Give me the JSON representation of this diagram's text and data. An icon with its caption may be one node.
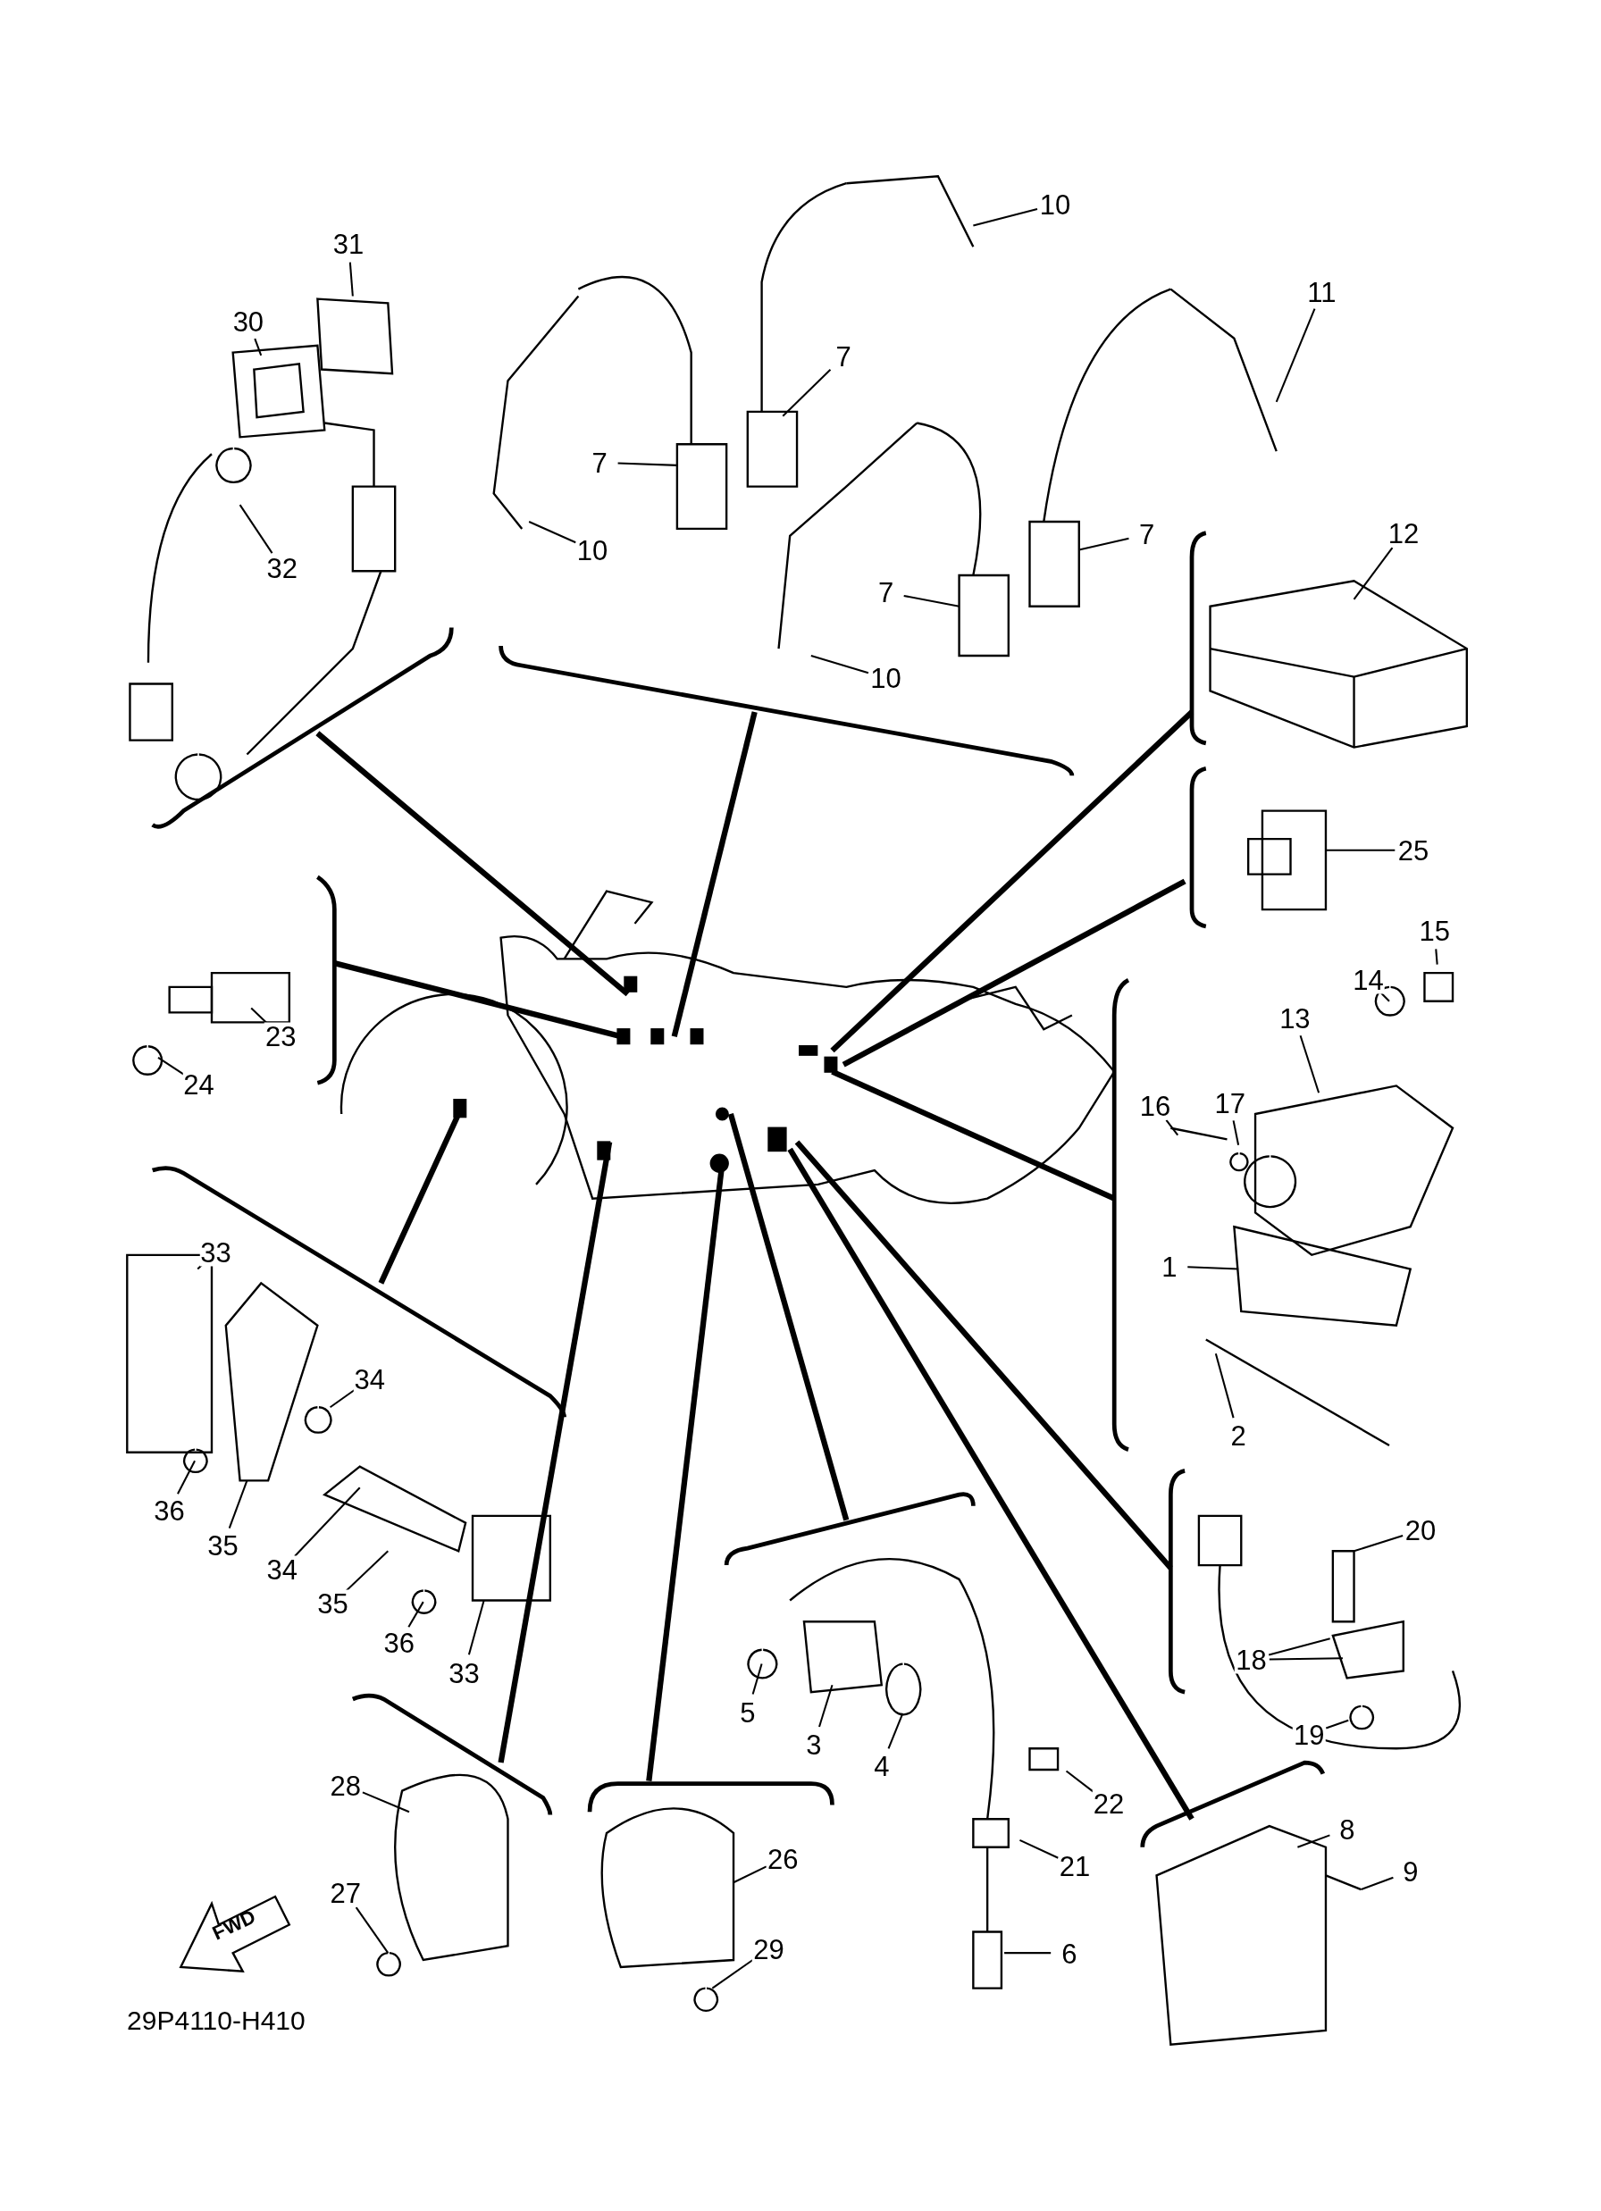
{
  "diagram": {
    "nodes": [
      {
        "text": [
          "31"
        ]
      },
      {
        "text": [
          "30"
        ]
      },
      {
        "text": [
          "32"
        ]
      },
      {
        "text": [
          "10"
        ]
      },
      {
        "text": [
          "7"
        ]
      },
      {
        "text": [
          "11"
        ]
      },
      {
        "text": [
          "7"
        ]
      },
      {
        "text": [
          "10"
        ]
      },
      {
        "text": [
          "12"
        ]
      },
      {
        "text": [
          "7"
        ]
      },
      {
        "text": [
          "7"
        ]
      },
      {
        "text": [
          "10"
        ]
      },
      {
        "text": [
          "25"
        ]
      },
      {
        "text": [
          "15"
        ]
      },
      {
        "text": [
          "14"
        ]
      },
      {
        "text": [
          "23"
        ]
      },
      {
        "text": [
          "13"
        ]
      },
      {
        "text": [
          "24"
        ]
      },
      {
        "text": [
          "17"
        ]
      },
      {
        "text": [
          "16"
        ]
      },
      {
        "text": [
          "1"
        ]
      },
      {
        "text": [
          "33"
        ]
      },
      {
        "text": [
          "34"
        ]
      },
      {
        "text": [
          "2"
        ]
      },
      {
        "text": [
          "36"
        ]
      },
      {
        "text": [
          "35"
        ]
      },
      {
        "text": [
          "20"
        ]
      },
      {
        "text": [
          "34"
        ]
      },
      {
        "text": [
          "35"
        ]
      },
      {
        "text": [
          "18"
        ]
      },
      {
        "text": [
          "19"
        ]
      },
      {
        "text": [
          "36"
        ]
      },
      {
        "text": [
          "33"
        ]
      },
      {
        "text": [
          "5"
        ]
      },
      {
        "text": [
          "3"
        ]
      },
      {
        "text": [
          "4"
        ]
      },
      {
        "text": [
          "22"
        ]
      },
      {
        "text": [
          "28"
        ]
      },
      {
        "text": [
          "26"
        ]
      },
      {
        "text": [
          "21"
        ]
      },
      {
        "text": [
          "8"
        ]
      },
      {
        "text": [
          "9"
        ]
      },
      {
        "text": [
          "27"
        ]
      },
      {
        "text": [
          "29"
        ]
      },
      {
        "text": [
          "6"
        ]
      }
    ],
    "edges": [
      {
        "from": 0,
        "to": null,
        "arrow": "none"
      },
      {
        "from": 1,
        "to": null,
        "arrow": "none"
      },
      {
        "from": 2,
        "to": null,
        "arrow": "none"
      },
      {
        "from": 3,
        "to": null,
        "arrow": "none"
      },
      {
        "from": 4,
        "to": null,
        "arrow": "none"
      },
      {
        "from": 5,
        "to": null,
        "arrow": "none"
      },
      {
        "from": 6,
        "to": null,
        "arrow": "none"
      },
      {
        "from": 7,
        "to": null,
        "arrow": "none"
      },
      {
        "from": 8,
        "to": null,
        "arrow": "none"
      },
      {
        "from": 9,
        "to": null,
        "arrow": "none"
      },
      {
        "from": 10,
        "to": null,
        "arrow": "none"
      },
      {
        "from": 11,
        "to": null,
        "arrow": "none"
      },
      {
        "from": 12,
        "to": null,
        "arrow": "none"
      },
      {
        "from": 13,
        "to": null,
        "arrow": "none"
      },
      {
        "from": 14,
        "to": null,
        "arrow": "none"
      },
      {
        "from": 15,
        "to": null,
        "arrow": "none"
      },
      {
        "from": 16,
        "to": null,
        "arrow": "none"
      },
      {
        "from": 17,
        "to": null,
        "arrow": "none"
      },
      {
        "from": 18,
        "to": null,
        "arrow": "none"
      },
      {
        "from": 19,
        "to": null,
        "arrow": "none"
      },
      {
        "from": 20,
        "to": null,
        "arrow": "none"
      },
      {
        "from": 21,
        "to": null,
        "arrow": "none"
      },
      {
        "from": 22,
        "to": null,
        "arrow": "none"
      },
      {
        "from": 23,
        "to": null,
        "arrow": "none"
      },
      {
        "from": 24,
        "to": null,
        "arrow": "none"
      },
      {
        "from": 25,
        "to": null,
        "arrow": "none"
      },
      {
        "from": 26,
        "to": null,
        "arrow": "none"
      },
      {
        "from": 27,
        "to": null,
        "arrow": "none"
      },
      {
        "from": 28,
        "to": null,
        "arrow": "none"
      },
      {
        "from": 29,
        "to": null,
        "arrow": "none"
      },
      {
        "from": 29,
        "to": null,
        "arrow": "none"
      },
      {
        "from": 30,
        "to": null,
        "arrow": "none"
      },
      {
        "from": 31,
        "to": null,
        "arrow": "none"
      },
      {
        "from": 32,
        "to": null,
        "arrow": "none"
      },
      {
        "from": 33,
        "to": null,
        "arrow": "none"
      },
      {
        "from": 34,
        "to": null,
        "arrow": "none"
      },
      {
        "from": 35,
        "to": null,
        "arrow": "none"
      },
      {
        "from": 36,
        "to": null,
        "arrow": "none"
      },
      {
        "from": 37,
        "to": null,
        "arrow": "none"
      },
      {
        "from": 38,
        "to": null,
        "arrow": "none"
      },
      {
        "from": 39,
        "to": null,
        "arrow": "none"
      },
      {
        "from": 40,
        "to": null,
        "arrow": "none"
      },
      {
        "from": 41,
        "to": null,
        "arrow": "none"
      },
      {
        "from": 42,
        "to": null,
        "arrow": "none"
      },
      {
        "from": 43,
        "to": null,
        "arrow": "none"
      },
      {
        "from": 44,
        "to": null,
        "arrow": "none"
      }
    ],
    "labels": [
      "FWD",
      "29P4110-H410"
    ]
  }
}
